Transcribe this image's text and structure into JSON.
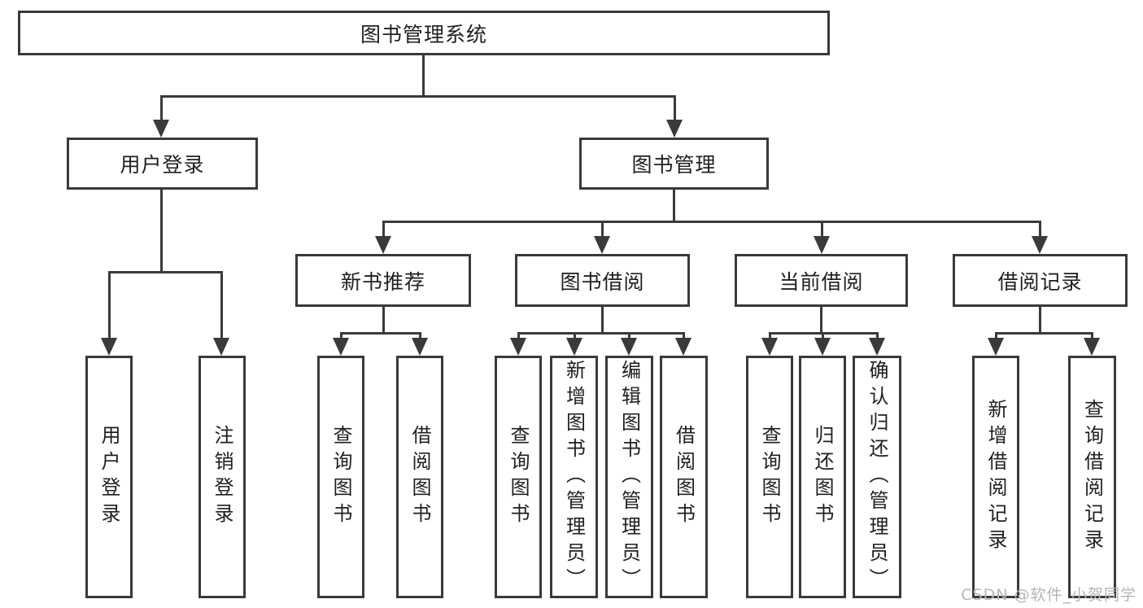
{
  "diagram": {
    "root": "图书管理系统",
    "modules": {
      "user_login_module": "用户登录",
      "book_management_module": "图书管理"
    },
    "submodules": {
      "new_book_recommend": "新书推荐",
      "book_borrow": "图书借阅",
      "current_borrow": "当前借阅",
      "borrow_records": "借阅记录"
    },
    "leaves": {
      "user_login": "用户登录",
      "logout": "注销登录",
      "query_books_1": "查询图书",
      "borrow_books_1": "借阅图书",
      "query_books_2": "查询图书",
      "add_book_admin": "新增图书（管理员）",
      "edit_book_admin": "编辑图书（管理员）",
      "borrow_books_2": "借阅图书",
      "query_books_3": "查询图书",
      "return_books": "归还图书",
      "confirm_return_admin": "确认归还（管理员）",
      "add_borrow_record": "新增借阅记录",
      "query_borrow_record": "查询借阅记录"
    }
  },
  "watermark": "CSDN @软件_小贺同学",
  "colors": {
    "border": "#3a3a3a",
    "line": "#3a3a3a",
    "text": "#1f1f1f",
    "watermark": "#b5b5b5",
    "background": "#ffffff"
  }
}
